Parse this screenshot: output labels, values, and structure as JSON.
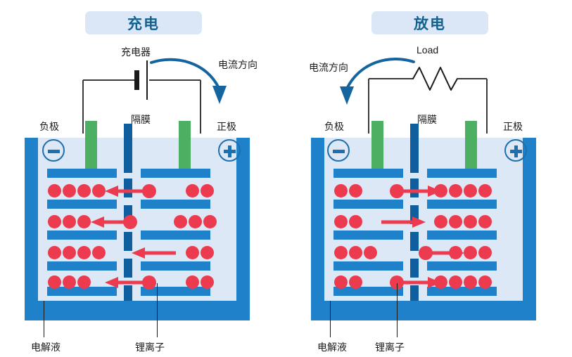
{
  "diagram": {
    "title_alt": "Lithium-ion battery charge and discharge diagram",
    "colors": {
      "banner_bg": "#dbe7f6",
      "banner_text": "#12628f",
      "cell_wall": "#1e81c9",
      "electrolyte": "#dce8f5",
      "plate": "#1e81c9",
      "separator": "#0f5f9e",
      "electrode_tab": "#4caf62",
      "ion": "#ec3a4f",
      "current_arrow": "#1464a0",
      "wire": "#3a3a3a",
      "label_text": "#1a1a1a"
    }
  },
  "panels": [
    {
      "id": "charge",
      "title": "充电",
      "device_label": "充电器",
      "device_type": "battery-symbol",
      "current_label": "电流方向",
      "current_direction": "to-positive",
      "negative_label": "负极",
      "negative_symbol": "−",
      "positive_label": "正极",
      "positive_symbol": "+",
      "separator_label": "隔膜",
      "electrolyte_label": "电解液",
      "lithium_ion_label": "锂离子",
      "ion_flow_direction": "left",
      "rows": [
        {
          "left_ions": 4,
          "right_ions": 2,
          "arrow": "long-with-dot"
        },
        {
          "left_ions": 3,
          "right_ions": 3,
          "arrow": "short-with-dot"
        },
        {
          "left_ions": 4,
          "right_ions": 2,
          "arrow": "long-plain"
        },
        {
          "left_ions": 3,
          "right_ions": 2,
          "arrow": "long-with-dot"
        }
      ]
    },
    {
      "id": "discharge",
      "title": "放电",
      "device_label": "Load",
      "device_type": "resistor-symbol",
      "current_label": "电流方向",
      "current_direction": "to-negative",
      "negative_label": "负极",
      "negative_symbol": "−",
      "positive_label": "正极",
      "positive_symbol": "+",
      "separator_label": "隔膜",
      "electrolyte_label": "电解液",
      "lithium_ion_label": "锂离子",
      "ion_flow_direction": "right",
      "rows": [
        {
          "left_ions": 2,
          "right_ions": 4,
          "arrow": "long-with-dot"
        },
        {
          "left_ions": 2,
          "right_ions": 4,
          "arrow": "short-plain"
        },
        {
          "left_ions": 3,
          "right_ions": 3,
          "arrow": "short-with-dot"
        },
        {
          "left_ions": 2,
          "right_ions": 4,
          "arrow": "long-with-dot"
        }
      ]
    }
  ]
}
